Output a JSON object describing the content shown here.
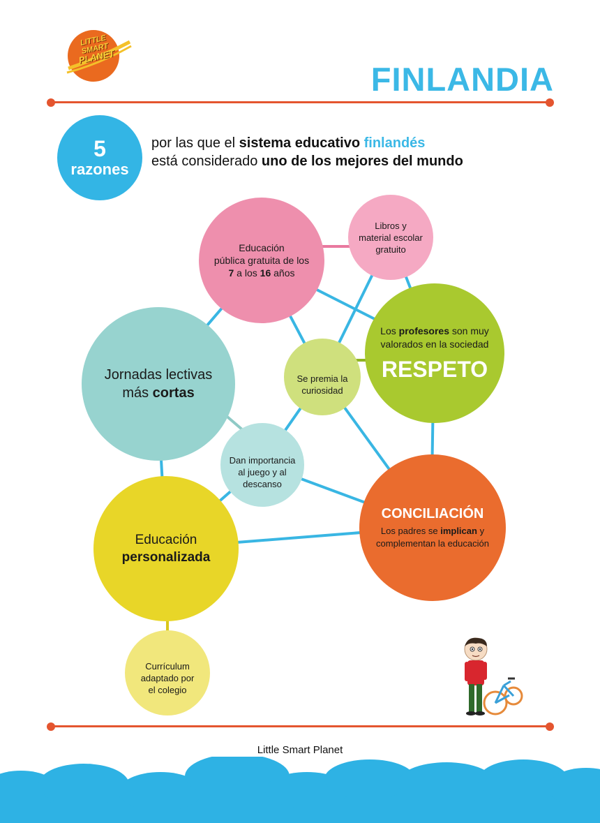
{
  "logo": {
    "line1": "LITTLE",
    "line2": "SMART",
    "line3": "PLANET"
  },
  "title": "FINLANDIA",
  "badge": {
    "number": "5",
    "word": "razones"
  },
  "headline": {
    "l1_a": "por las que el ",
    "l1_b": "sistema educativo ",
    "l1_c": "finlandés",
    "l2_a": "está considerado ",
    "l2_b": "uno de los mejores del mundo"
  },
  "nodes": {
    "publica": {
      "l1": "Educación",
      "l2": "pública gratuita de los",
      "l3_a": "7",
      "l3_b": " a los ",
      "l3_c": "16",
      "l3_d": " años"
    },
    "libros": {
      "l1": "Libros y",
      "l2": "material escolar",
      "l3": "gratuito"
    },
    "respeto": {
      "l1_a": "Los ",
      "l1_b": "profesores",
      "l1_c": " son muy",
      "l2": "valorados en la sociedad",
      "title": "RESPETO"
    },
    "curiosidad": {
      "l1": "Se premia la",
      "l2": "curiosidad"
    },
    "jornadas": {
      "l1": "Jornadas lectivas",
      "l2_a": "más ",
      "l2_b": "cortas"
    },
    "juego": {
      "l1": "Dan importancia",
      "l2": "al juego y al",
      "l3": "descanso"
    },
    "conciliacion": {
      "title": "CONCILIACIÓN",
      "l1_a": "Los padres se ",
      "l1_b": "implican",
      "l1_c": " y",
      "l2": "complementan la educación"
    },
    "personalizada": {
      "l1": "Educación",
      "l2": "personalizada"
    },
    "curriculum": {
      "l1": "Currículum",
      "l2": "adaptado por",
      "l3": "el colegio"
    }
  },
  "footer": "Little Smart Planet",
  "colors": {
    "accent_red": "#e4552f",
    "title_blue": "#3bb8e6",
    "badge_blue": "#33b5e5",
    "connector": "#39b6e3",
    "pink": "#ee8fad",
    "light_pink": "#f5a9c3",
    "green": "#a9c92f",
    "light_green": "#cfe07d",
    "teal": "#97d3cf",
    "light_teal": "#b6e2e0",
    "orange": "#ea6c2e",
    "yellow": "#e8d628",
    "light_yellow": "#f1e77c",
    "cloud_blue": "#2eb2e4"
  }
}
